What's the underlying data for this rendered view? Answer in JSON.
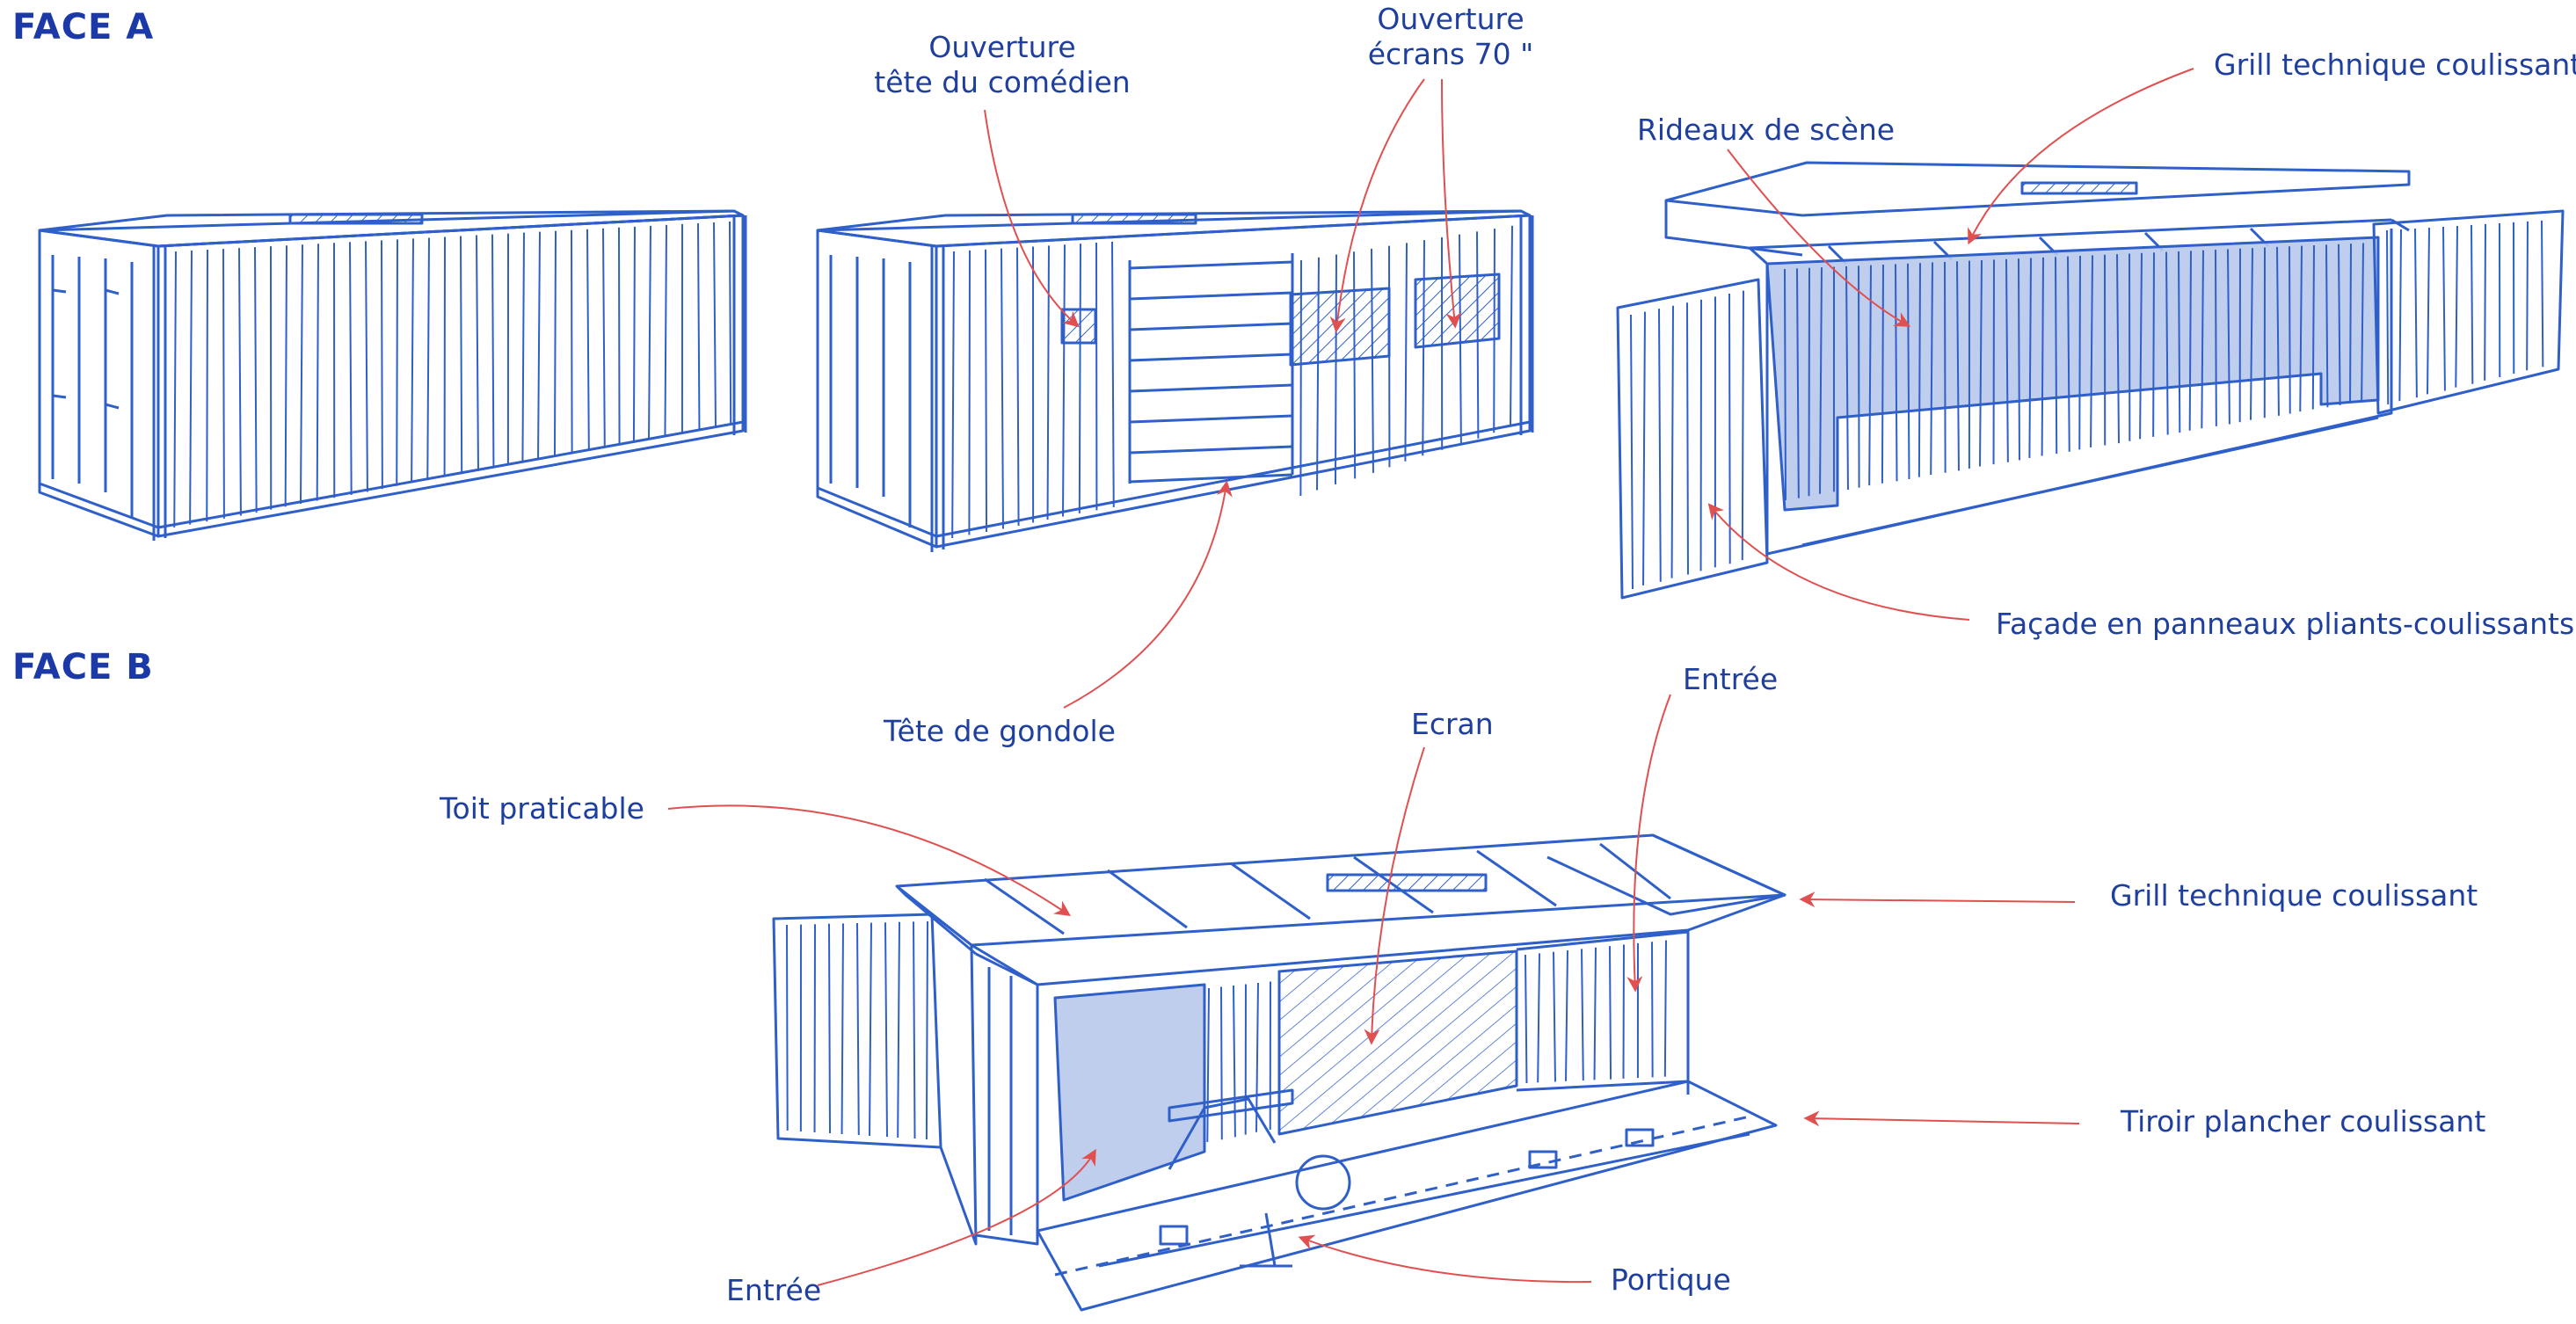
{
  "sections": {
    "face_a": "FACE A",
    "face_b": "FACE B"
  },
  "labels": {
    "ouverture_tete": [
      "Ouverture",
      "tête du comédien"
    ],
    "ouverture_ecrans": [
      "Ouverture",
      "écrans 70 \""
    ],
    "grill_a": "Grill technique coulissant",
    "rideaux": "Rideaux de scène",
    "facade": "Façade en panneaux pliants-coulissants",
    "tete_gondole": "Tête de gondole",
    "ecran": "Ecran",
    "entree_top": "Entrée",
    "toit": "Toit praticable",
    "grill_b": "Grill technique coulissant",
    "tiroir": "Tiroir plancher coulissant",
    "entree_bottom": "Entrée",
    "portique": "Portique"
  },
  "colors": {
    "sketch_blue": "#2f5fc9",
    "label_blue": "#1e3f9e",
    "title_blue": "#1b3aa8",
    "arrow_red": "#e05050",
    "curtain_fill": "#b9c9ec"
  }
}
